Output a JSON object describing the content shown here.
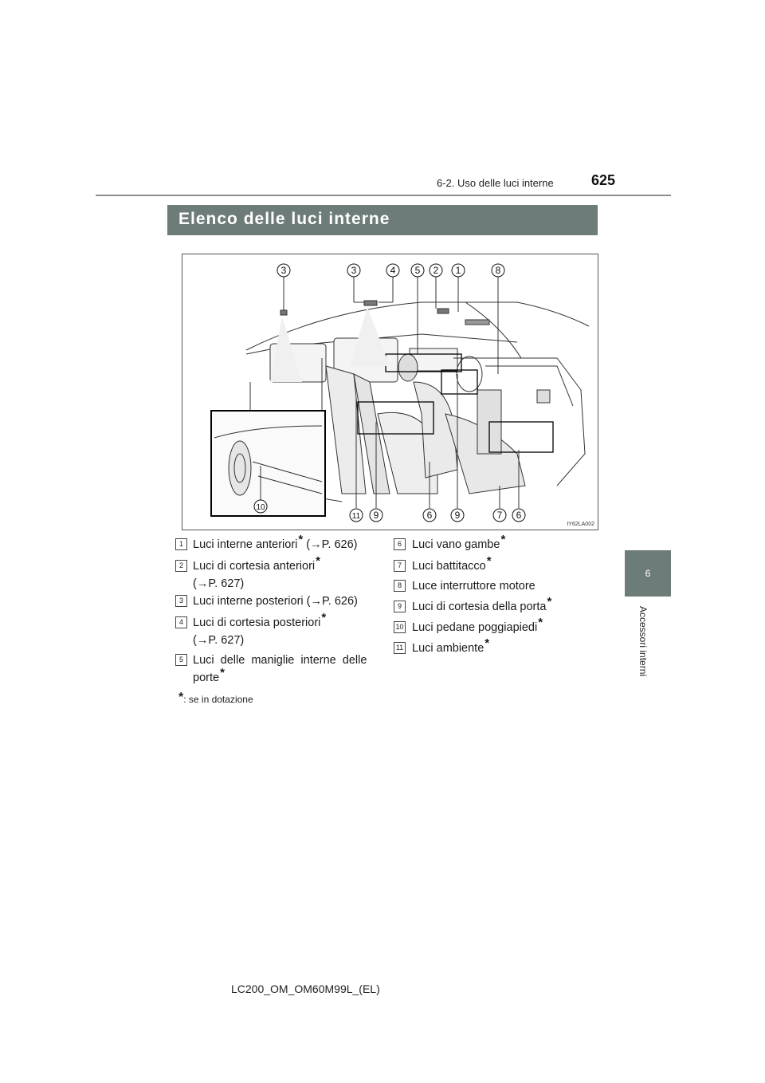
{
  "header": {
    "section": "6-2. Uso delle luci interne",
    "page_number": "625"
  },
  "side_tab": {
    "chapter_number": "6",
    "chapter_title": "Accessori interni"
  },
  "section_title": "Elenco delle luci interne",
  "figure": {
    "code": "IY62LA002",
    "callouts_top": [
      "3",
      "3",
      "4",
      "5",
      "2",
      "1",
      "8"
    ],
    "callouts_bottom": [
      "11",
      "9",
      "6",
      "9",
      "7",
      "6"
    ],
    "callout_inset": "10"
  },
  "list_left": [
    {
      "num": "1",
      "text": "Luci interne anteriori",
      "star": "*",
      "ref": " (→P. 626)",
      "ref2": ""
    },
    {
      "num": "2",
      "text": "Luci di cortesia anteriori",
      "star": "*",
      "ref": "",
      "ref2": "(→P. 627)"
    },
    {
      "num": "3",
      "text": "Luci interne posteriori (→P. 626)",
      "star": "",
      "ref": "",
      "ref2": ""
    },
    {
      "num": "4",
      "text": "Luci di cortesia posteriori",
      "star": "*",
      "ref": "",
      "ref2": "(→P. 627)"
    },
    {
      "num": "5",
      "text": "Luci  delle  maniglie  interne  delle",
      "star": "",
      "ref": "",
      "ref2": "porte"
    }
  ],
  "list_left_star_last": "*",
  "list_right": [
    {
      "num": "6",
      "text": "Luci vano gambe",
      "star": "*"
    },
    {
      "num": "7",
      "text": "Luci battitacco",
      "star": "*"
    },
    {
      "num": "8",
      "text": "Luce interruttore motore",
      "star": ""
    },
    {
      "num": "9",
      "text": "Luci di cortesia della porta",
      "star": "*"
    },
    {
      "num": "10",
      "text": "Luci pedane poggiapiedi",
      "star": "*"
    },
    {
      "num": "11",
      "text": "Luci ambiente",
      "star": "*"
    }
  ],
  "footnote": {
    "star": "*",
    "text": ": se in dotazione"
  },
  "footer": "LC200_OM_OM60M99L_(EL)"
}
